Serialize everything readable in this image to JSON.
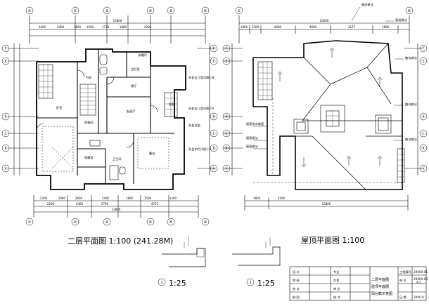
{
  "drawing": {
    "plan_second_floor_title": "二层平面图 1:100 (241.28M)",
    "plan_roof_title": "屋顶平面图 1:100",
    "detail_1_scale": "1:25",
    "detail_2_scale": "1:25",
    "detail_1_mark": "1",
    "detail_2_mark": "2"
  },
  "axes": {
    "cols_left": [
      "①",
      "②",
      "③",
      "④",
      "⑤",
      "⑥"
    ],
    "rows_left": [
      "Ⓕ",
      "Ⓔ",
      "Ⓓ",
      "Ⓒ",
      "Ⓑ",
      "Ⓐ"
    ],
    "cols_right": [
      "①",
      "⑥"
    ],
    "rows_right": [
      "Ⓕ",
      "Ⓔ",
      "Ⓓ",
      "Ⓒ",
      "Ⓑ",
      "Ⓐ"
    ]
  },
  "dims": {
    "left_top_total": "13800",
    "left_top_row": [
      "3600",
      "2400",
      "1800",
      "1500",
      "1770",
      "1800",
      "4200"
    ],
    "left_bottom_row": [
      "2200",
      "2000",
      "3600",
      "2400",
      "1800",
      "1500",
      "1200"
    ],
    "left_bottom_row2": [
      "2200",
      "4400",
      "2700",
      "4725"
    ],
    "left_bottom_total": "13800",
    "right_top_total": "20000",
    "right_top_row": [
      "1800",
      "1500",
      "4600",
      "4600",
      "3127",
      "1800"
    ],
    "right_bottom_total": "13800",
    "right_bottom_row": [
      "1800",
      "4200"
    ]
  },
  "rooms": [
    "卧室",
    "书房",
    "主卧室",
    "起居厅",
    "餐厅",
    "楼梯间",
    "阳台",
    "卫生间",
    "衣帽间",
    "储藏室",
    "露台"
  ],
  "roof_notes": [
    "屋面做法",
    "屋面做法",
    "檐沟做法",
    "檐沟做法",
    "檐沟做法",
    "屋面排水坡度",
    "屋面做法",
    "屋面做法"
  ],
  "plan_notes": [
    "阳台女儿墙详图1-B",
    "阳台女儿墙详图2-A",
    "阳台剖面",
    "阳台护栏详图1-B"
  ],
  "title_block": {
    "project": "二层平面图",
    "sheet_line1": "屋顶平面图",
    "sheet_line2": "阳台截示意图",
    "code_label": "工程编号",
    "code_value": "2000X-01",
    "drawing_no_label": "图 号",
    "drawing_no_value": "2000X-03",
    "sheet_no": "A-2",
    "date_label": "日 期",
    "date_value": "2000.8",
    "rows_left": [
      "设 计",
      "审 核",
      "校 对",
      "制 图"
    ],
    "rows_mid": [
      "专业",
      "负责",
      "审 定",
      "核 对"
    ]
  }
}
